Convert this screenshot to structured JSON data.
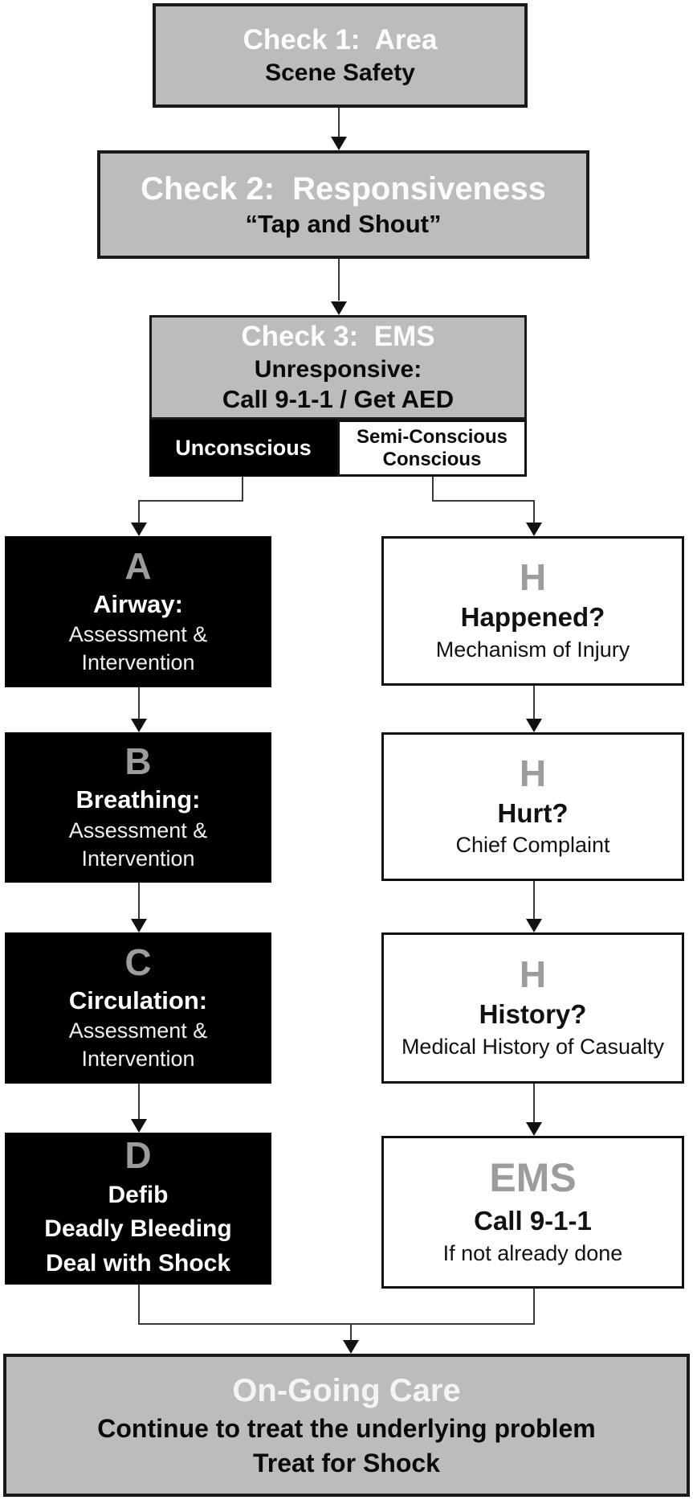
{
  "colors": {
    "gray_fill": "#bcbcbc",
    "black_fill": "#000000",
    "white_fill": "#ffffff",
    "border": "#1a1a1a",
    "letter_gray": "#9c9c9c",
    "title_white": "#fcfcfc",
    "connector": "#3a3a3a"
  },
  "boxes": {
    "check1": {
      "title": "Check 1:  Area",
      "subtitle": "Scene Safety"
    },
    "check2": {
      "title": "Check 2:  Responsiveness",
      "subtitle": "“Tap and Shout”"
    },
    "check3": {
      "title": "Check 3:  EMS",
      "line1": "Unresponsive:",
      "line2": "Call 9-1-1 / Get AED",
      "branch_left": "Unconscious",
      "branch_right_line1": "Semi-Conscious",
      "branch_right_line2": "Conscious"
    },
    "airway": {
      "letter": "A",
      "title": "Airway:",
      "line1": "Assessment &",
      "line2": "Intervention"
    },
    "breathing": {
      "letter": "B",
      "title": "Breathing:",
      "line1": "Assessment &",
      "line2": "Intervention"
    },
    "circulation": {
      "letter": "C",
      "title": "Circulation:",
      "line1": "Assessment &",
      "line2": "Intervention"
    },
    "defib": {
      "letter": "D",
      "line1": "Defib",
      "line2": "Deadly Bleeding",
      "line3": "Deal with Shock"
    },
    "happened": {
      "letter": "H",
      "title": "Happened?",
      "subtitle": "Mechanism of Injury"
    },
    "hurt": {
      "letter": "H",
      "title": "Hurt?",
      "subtitle": "Chief Complaint"
    },
    "history": {
      "letter": "H",
      "title": "History?",
      "subtitle": "Medical History of Casualty"
    },
    "ems": {
      "letter": "EMS",
      "title": "Call 9-1-1",
      "subtitle": "If not already done"
    },
    "ongoing": {
      "title": "On-Going Care",
      "line1": "Continue to treat the underlying problem",
      "line2": "Treat for Shock"
    }
  }
}
